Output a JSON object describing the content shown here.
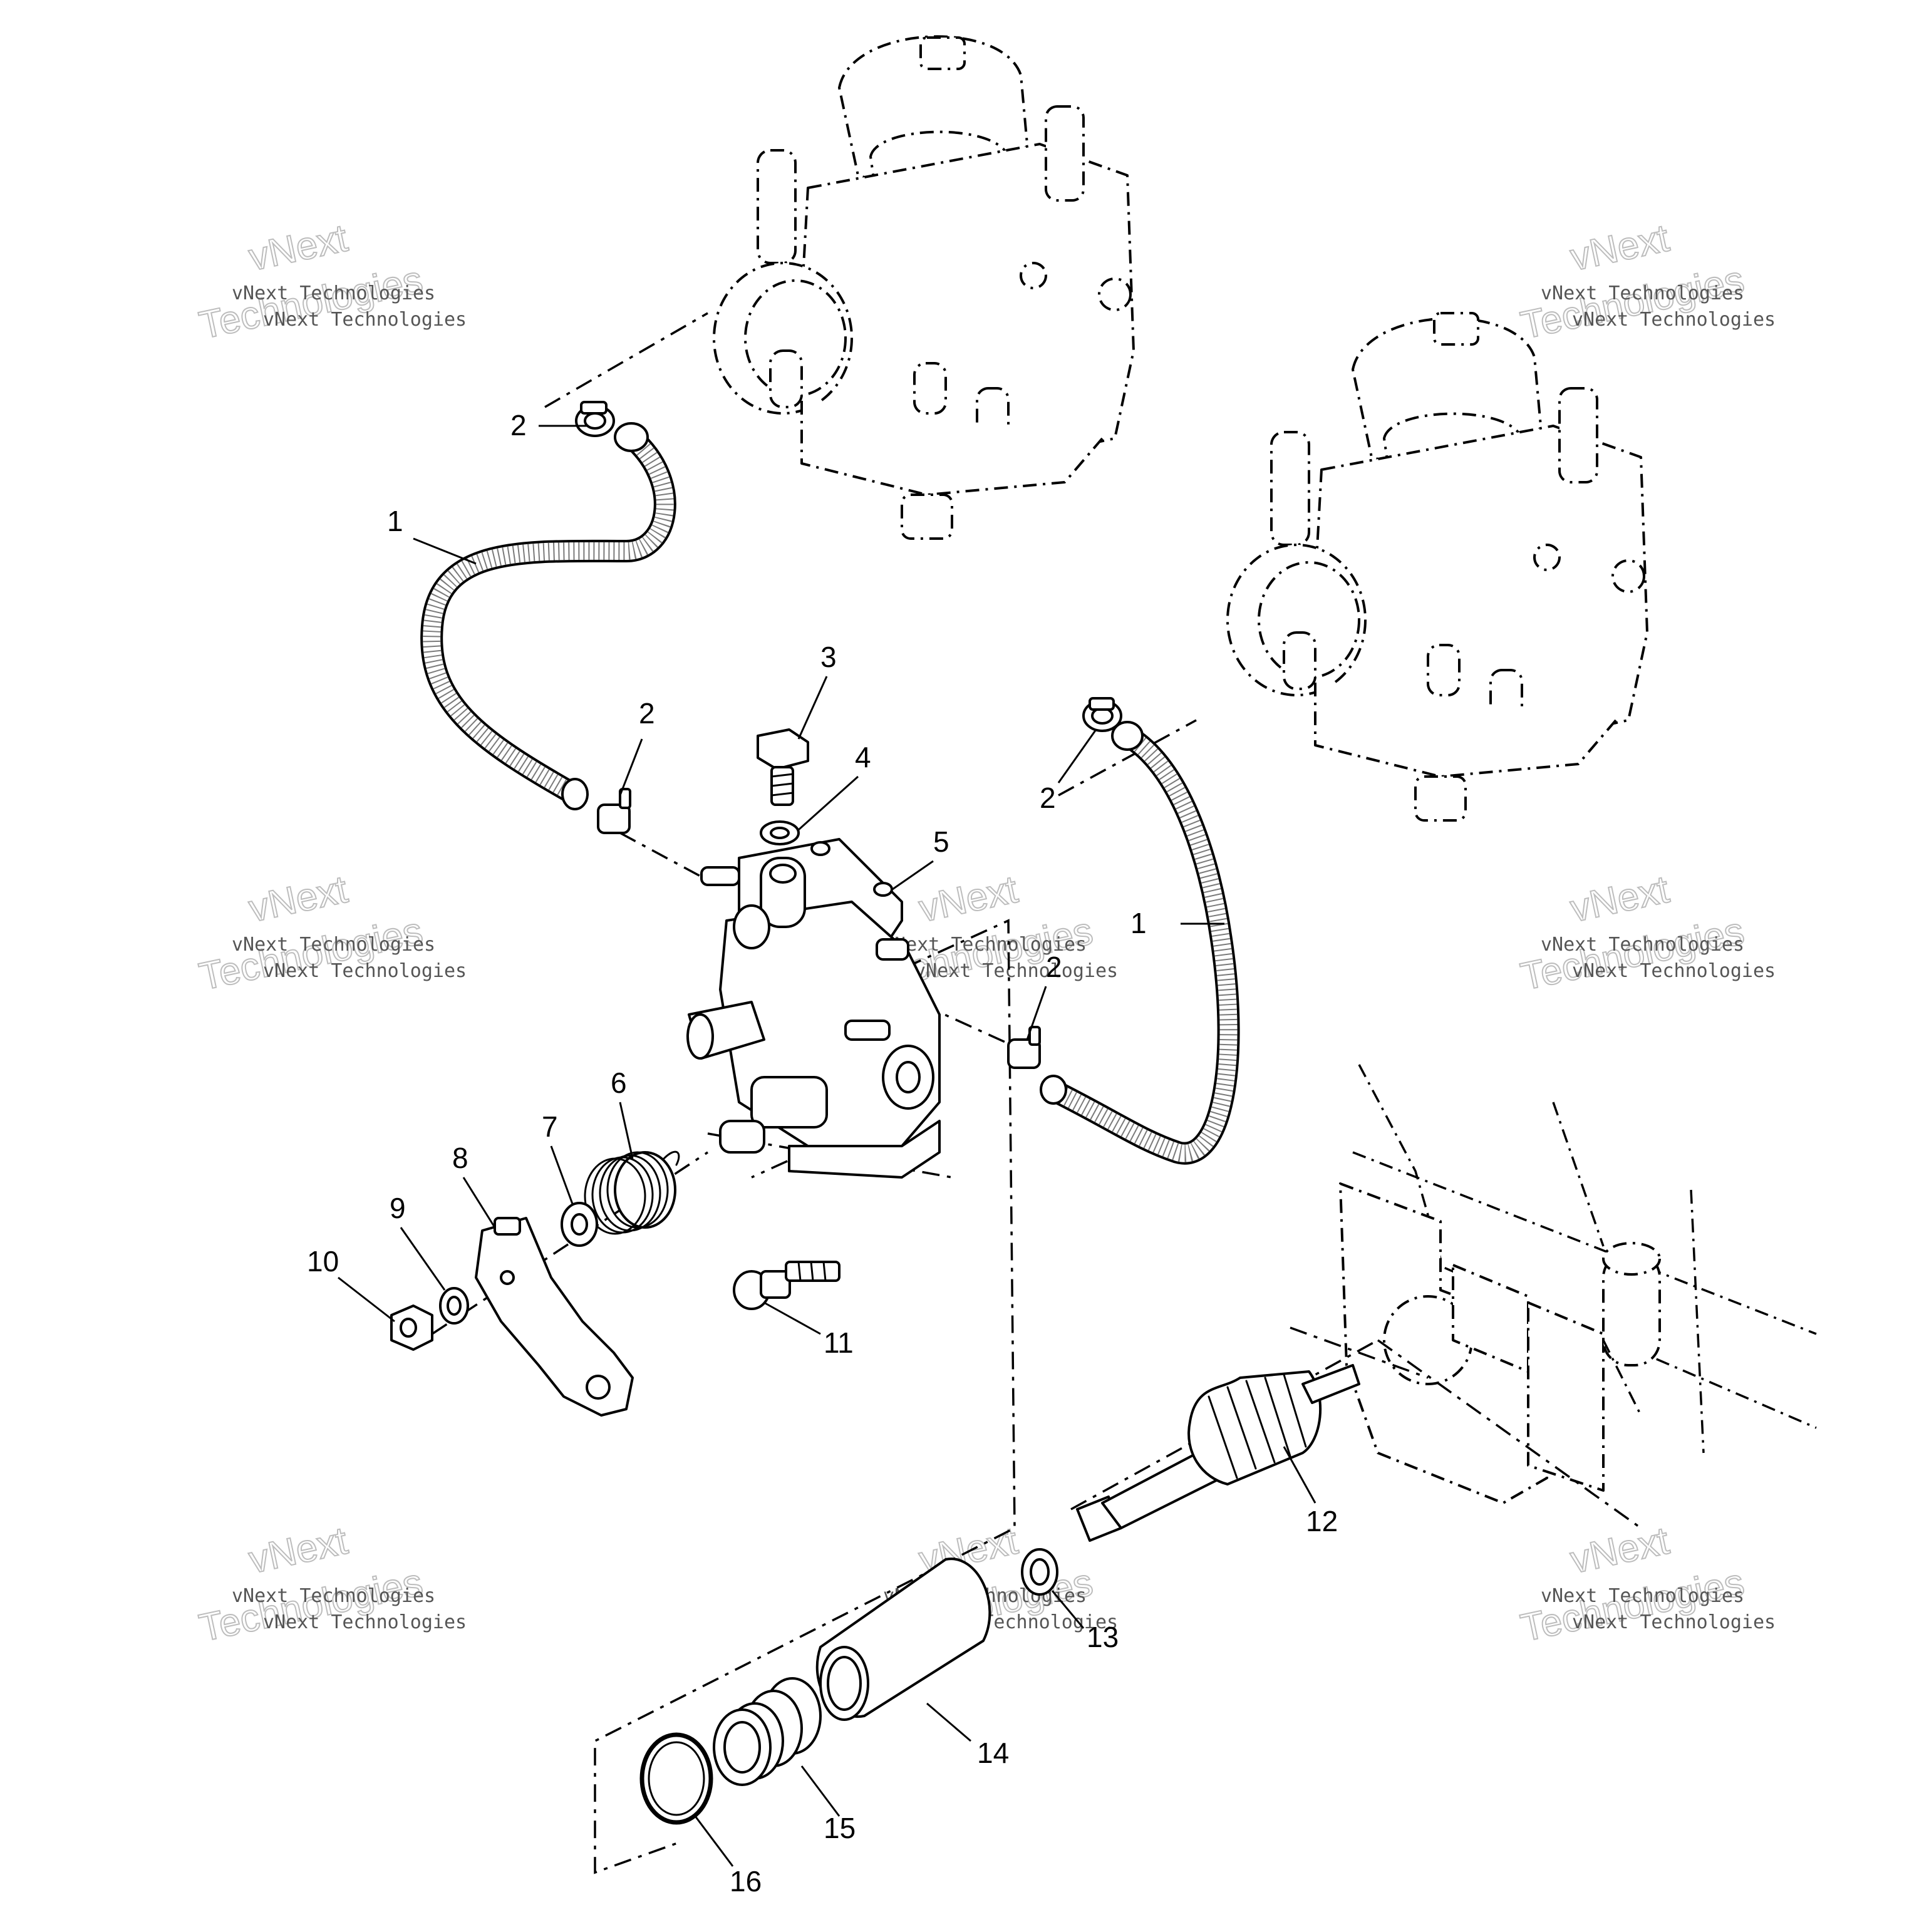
{
  "diagram": {
    "callouts": [
      {
        "id": "label-1-left",
        "text": "1"
      },
      {
        "id": "label-2-top",
        "text": "2"
      },
      {
        "id": "label-2-mid-left",
        "text": "2"
      },
      {
        "id": "label-2-right",
        "text": "2"
      },
      {
        "id": "label-2-center",
        "text": "2"
      },
      {
        "id": "label-1-right",
        "text": "1"
      },
      {
        "id": "label-3",
        "text": "3"
      },
      {
        "id": "label-4",
        "text": "4"
      },
      {
        "id": "label-5",
        "text": "5"
      },
      {
        "id": "label-6",
        "text": "6"
      },
      {
        "id": "label-7",
        "text": "7"
      },
      {
        "id": "label-8",
        "text": "8"
      },
      {
        "id": "label-9",
        "text": "9"
      },
      {
        "id": "label-10",
        "text": "10"
      },
      {
        "id": "label-11",
        "text": "11"
      },
      {
        "id": "label-12",
        "text": "12"
      },
      {
        "id": "label-13",
        "text": "13"
      },
      {
        "id": "label-14",
        "text": "14"
      },
      {
        "id": "label-15",
        "text": "15"
      },
      {
        "id": "label-16",
        "text": "16"
      }
    ]
  },
  "watermark": {
    "line_small": "vNext Technologies",
    "line_big_1": "vNext",
    "line_big_2": "Technologies"
  }
}
